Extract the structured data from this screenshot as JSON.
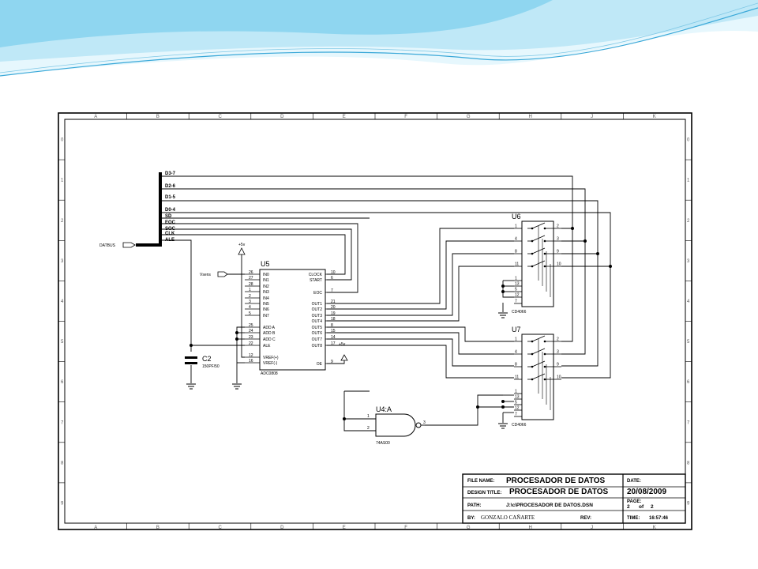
{
  "frame": {
    "columns": [
      "A",
      "B",
      "C",
      "D",
      "E",
      "F",
      "G",
      "H",
      "J",
      "K"
    ],
    "rows": [
      "0",
      "1",
      "2",
      "3",
      "4",
      "5",
      "6",
      "7",
      "8",
      "9"
    ]
  },
  "bus": {
    "name": "DATBUS",
    "signals": [
      "D3-7",
      "D2-6",
      "D1-5",
      "D0-4",
      "SD",
      "EOC",
      "SOC",
      "CLK",
      "ALE"
    ]
  },
  "power": {
    "vcc": "+5v",
    "vsens": "Vsens"
  },
  "adc": {
    "ref": "U5",
    "part": "ADC0808",
    "left_pins": [
      {
        "num": "26",
        "name": "IN0"
      },
      {
        "num": "27",
        "name": "IN1"
      },
      {
        "num": "28",
        "name": "IN2"
      },
      {
        "num": "1",
        "name": "IN3"
      },
      {
        "num": "2",
        "name": "IN4"
      },
      {
        "num": "3",
        "name": "IN5"
      },
      {
        "num": "4",
        "name": "IN6"
      },
      {
        "num": "5",
        "name": "IN7"
      },
      {
        "num": "25",
        "name": "ADD A"
      },
      {
        "num": "24",
        "name": "ADD B"
      },
      {
        "num": "23",
        "name": "ADD C"
      },
      {
        "num": "22",
        "name": "ALE"
      },
      {
        "num": "12",
        "name": "VREF(+)"
      },
      {
        "num": "16",
        "name": "VREF(-)"
      }
    ],
    "right_pins": [
      {
        "num": "10",
        "name": "CLOCK"
      },
      {
        "num": "6",
        "name": "START"
      },
      {
        "num": "7",
        "name": "EOC"
      },
      {
        "num": "21",
        "name": "OUT1"
      },
      {
        "num": "20",
        "name": "OUT2"
      },
      {
        "num": "19",
        "name": "OUT3"
      },
      {
        "num": "18",
        "name": "OUT4"
      },
      {
        "num": "8",
        "name": "OUT5"
      },
      {
        "num": "15",
        "name": "OUT6"
      },
      {
        "num": "14",
        "name": "OUT7"
      },
      {
        "num": "17",
        "name": "OUT8"
      },
      {
        "num": "9",
        "name": "OE"
      }
    ]
  },
  "capacitor": {
    "ref": "C2",
    "value": "150PF/50"
  },
  "switches": [
    {
      "ref": "U6",
      "part": "CD4066",
      "left_pins": [
        "1",
        "4",
        "8",
        "11",
        "1",
        "13",
        "5",
        "12",
        "7"
      ],
      "right_pins": [
        "2",
        "3",
        "9",
        "10"
      ]
    },
    {
      "ref": "U7",
      "part": "CD4066",
      "left_pins": [
        "1",
        "4",
        "8",
        "11",
        "1",
        "13",
        "5",
        "12",
        "7"
      ],
      "right_pins": [
        "2",
        "3",
        "9",
        "10"
      ]
    }
  ],
  "gate": {
    "ref": "U4:A",
    "part": "74AS00",
    "in1": "1",
    "in2": "2",
    "out": "3"
  },
  "title_block": {
    "file_name_label": "FILE NAME:",
    "file_name": "PROCESADOR DE DATOS",
    "design_title_label": "DESIGN TITLE:",
    "design_title": "PROCESADOR DE DATOS",
    "path_label": "PATH:",
    "path": "J:\\c\\PROCESADOR DE DATOS.DSN",
    "by_label": "BY:",
    "by": "GONZALO CAÑARTE",
    "rev_label": "REV:",
    "date_label": "DATE:",
    "date": "20/08/2009",
    "page_label": "PAGE:",
    "page_num": "2",
    "page_of": "of",
    "page_total": "2",
    "time_label": "TIME:",
    "time": "16:57:46"
  },
  "colors": {
    "wave_light": "#bfe8f7",
    "wave_mid": "#7fd0ee",
    "wave_line": "#3aa8d8",
    "ink": "#000000"
  }
}
